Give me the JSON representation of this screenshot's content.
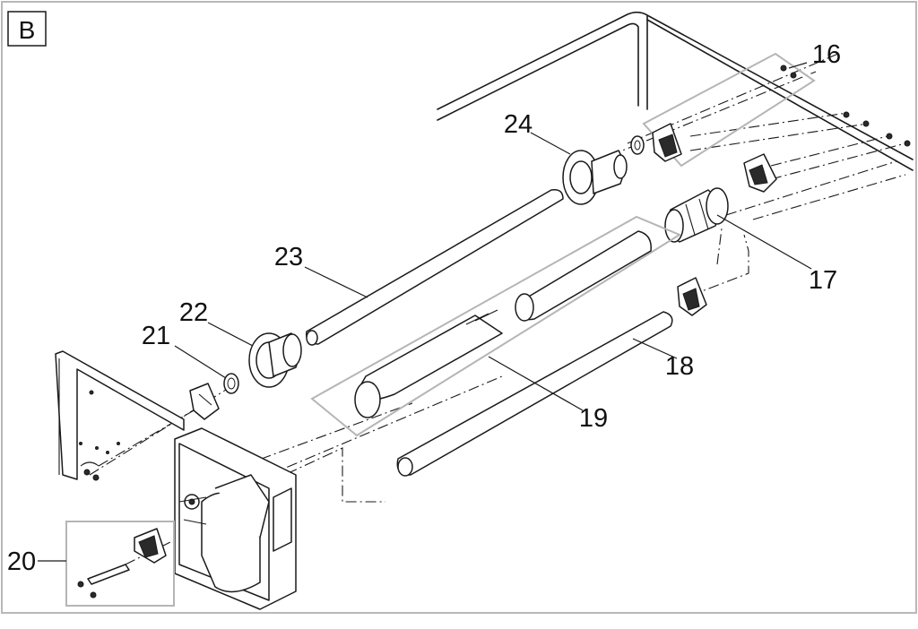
{
  "section_label": "B",
  "callouts": {
    "c16": "16",
    "c17": "17",
    "c18": "18",
    "c19": "19",
    "c20": "20",
    "c21": "21",
    "c22": "22",
    "c23": "23",
    "c24": "24"
  }
}
